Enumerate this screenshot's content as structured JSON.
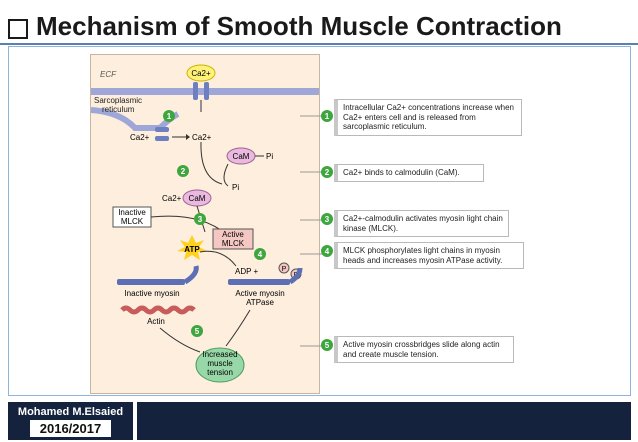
{
  "slide": {
    "title": "Mechanism of Smooth Muscle Contraction"
  },
  "diagram": {
    "ecf": "ECF",
    "ca_top": "Ca2+",
    "sr_label": [
      "Sarcoplasmic",
      "reticulum"
    ],
    "ca_left": "Ca2+",
    "ca_right": "Ca2+",
    "cam_pi": "CaM",
    "pi_small_1": "Pi",
    "pi_small_2": "Pi",
    "ca_cam_ca": "Ca2+",
    "ca_cam": "CaM",
    "inactive_mlck": [
      "Inactive",
      "MLCK"
    ],
    "active_mlck": [
      "Active",
      "MLCK"
    ],
    "atp": "ATP",
    "adp": "ADP +",
    "p1": "P",
    "p2": "P",
    "inactive_myosin": "Inactive myosin",
    "active_myosin": [
      "Active myosin",
      "ATPase"
    ],
    "actin": "Actin",
    "tension": [
      "Increased",
      "muscle",
      "tension"
    ],
    "nums": [
      "1",
      "2",
      "3",
      "4",
      "5"
    ]
  },
  "steps": [
    {
      "num": "1",
      "text": "Intracellular Ca2+ concentrations increase when Ca2+ enters cell and is released from sarcoplasmic reticulum."
    },
    {
      "num": "2",
      "text": "Ca2+ binds to calmodulin (CaM)."
    },
    {
      "num": "3",
      "text": "Ca2+-calmodulin activates myosin light chain kinase (MLCK)."
    },
    {
      "num": "4",
      "text": "MLCK phosphorylates light chains in myosin heads and increases myosin ATPase activity."
    },
    {
      "num": "5",
      "text": "Active myosin crossbridges slide along actin and create muscle tension."
    }
  ],
  "footer": {
    "author": "Mohamed M.Elsaied",
    "year": "2016/2017"
  },
  "colors": {
    "navy": "#15223d",
    "figure_bg": "#fdeedd",
    "step_green": "#3fa53f",
    "calmodulin": "#e9b9e0",
    "myosin": "#5c6fb5",
    "actin": "#c85b5b",
    "tension": "#98d8a8"
  }
}
